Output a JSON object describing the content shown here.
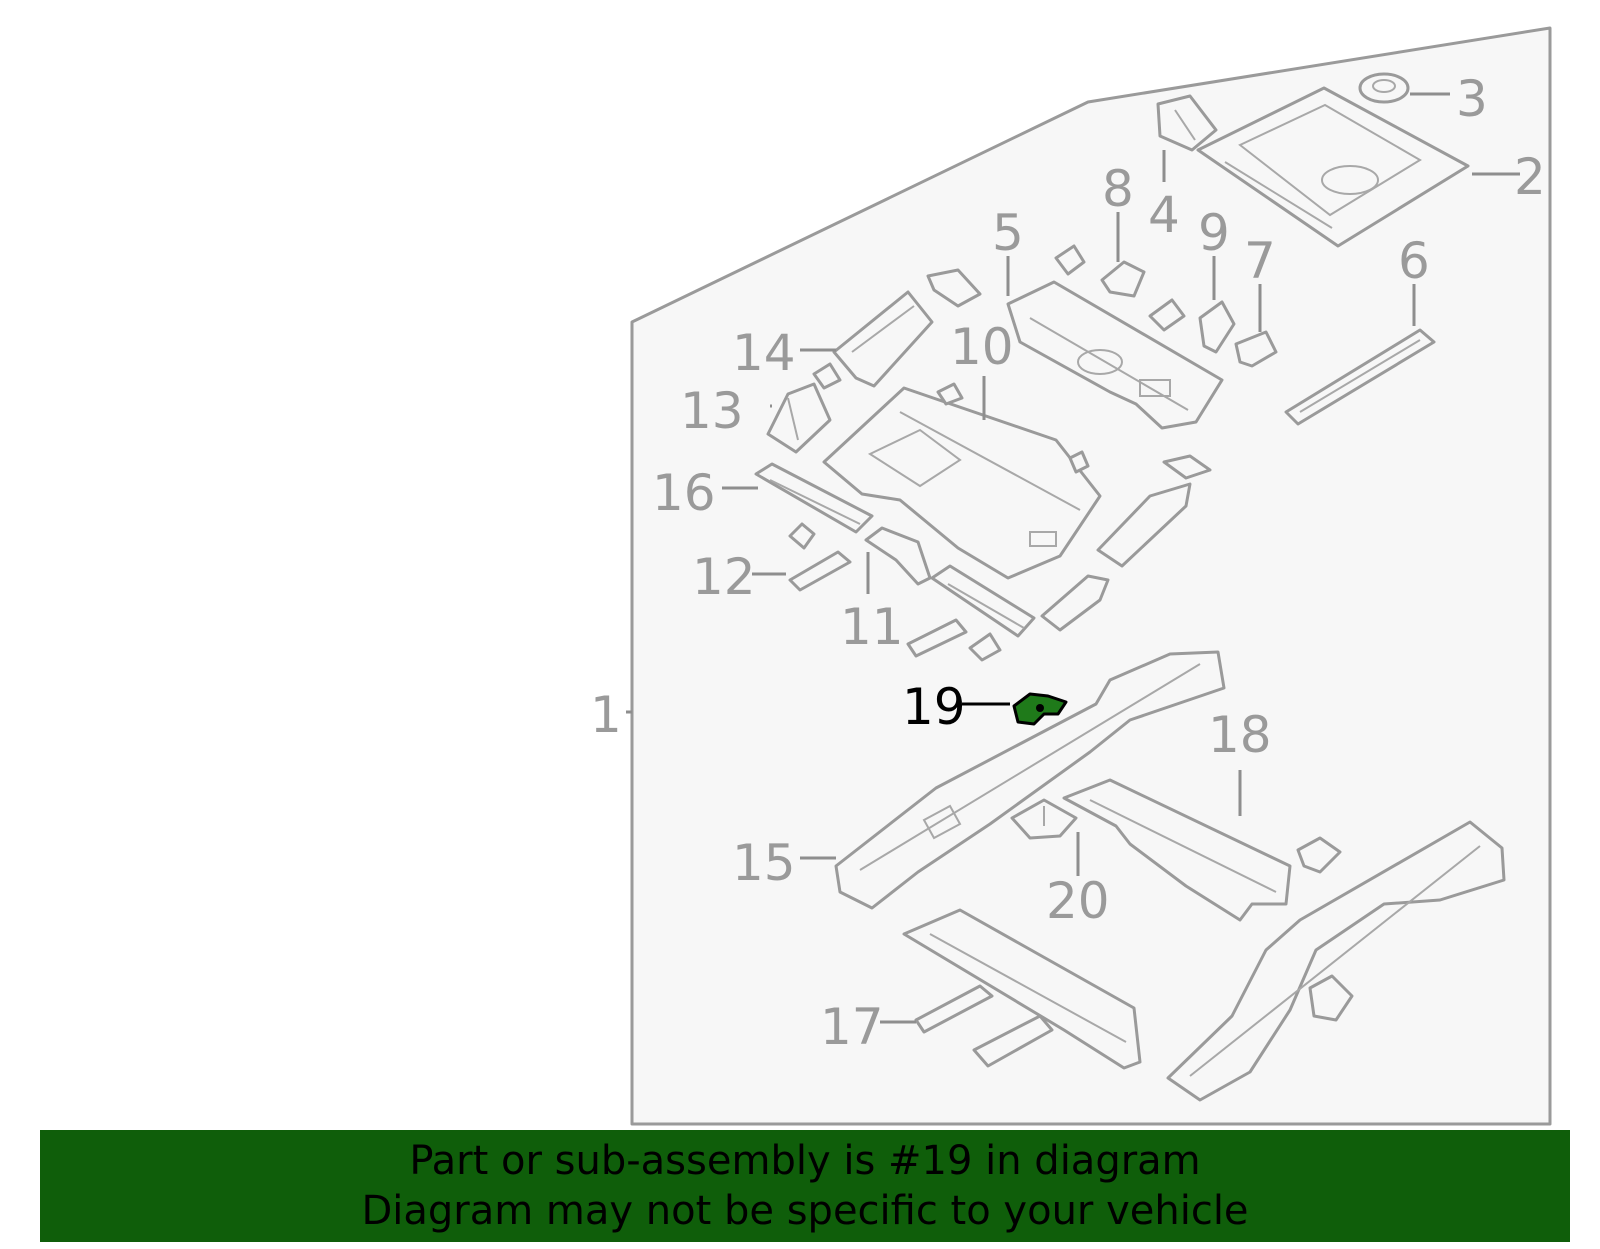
{
  "diagram": {
    "callouts": [
      {
        "id": "1",
        "label": "1",
        "highlight": false
      },
      {
        "id": "2",
        "label": "2",
        "highlight": false
      },
      {
        "id": "3",
        "label": "3",
        "highlight": false
      },
      {
        "id": "4",
        "label": "4",
        "highlight": false
      },
      {
        "id": "5",
        "label": "5",
        "highlight": false
      },
      {
        "id": "6",
        "label": "6",
        "highlight": false
      },
      {
        "id": "7",
        "label": "7",
        "highlight": false
      },
      {
        "id": "8",
        "label": "8",
        "highlight": false
      },
      {
        "id": "9",
        "label": "9",
        "highlight": false
      },
      {
        "id": "10",
        "label": "10",
        "highlight": false
      },
      {
        "id": "11",
        "label": "11",
        "highlight": false
      },
      {
        "id": "12",
        "label": "12",
        "highlight": false
      },
      {
        "id": "13",
        "label": "13",
        "highlight": false
      },
      {
        "id": "14",
        "label": "14",
        "highlight": false
      },
      {
        "id": "15",
        "label": "15",
        "highlight": false
      },
      {
        "id": "16",
        "label": "16",
        "highlight": false
      },
      {
        "id": "17",
        "label": "17",
        "highlight": false
      },
      {
        "id": "18",
        "label": "18",
        "highlight": false
      },
      {
        "id": "19",
        "label": "19",
        "highlight": true
      },
      {
        "id": "20",
        "label": "20",
        "highlight": false
      }
    ],
    "colors": {
      "part_stroke": "#9a9a9a",
      "panel_fill": "#f7f7f7",
      "highlight_part": "#1f7a1a",
      "banner": "#0f5e0a"
    }
  },
  "banner": {
    "line1": "Part or sub-assembly is #19 in diagram",
    "line2": "Diagram may not be specific to your vehicle"
  }
}
